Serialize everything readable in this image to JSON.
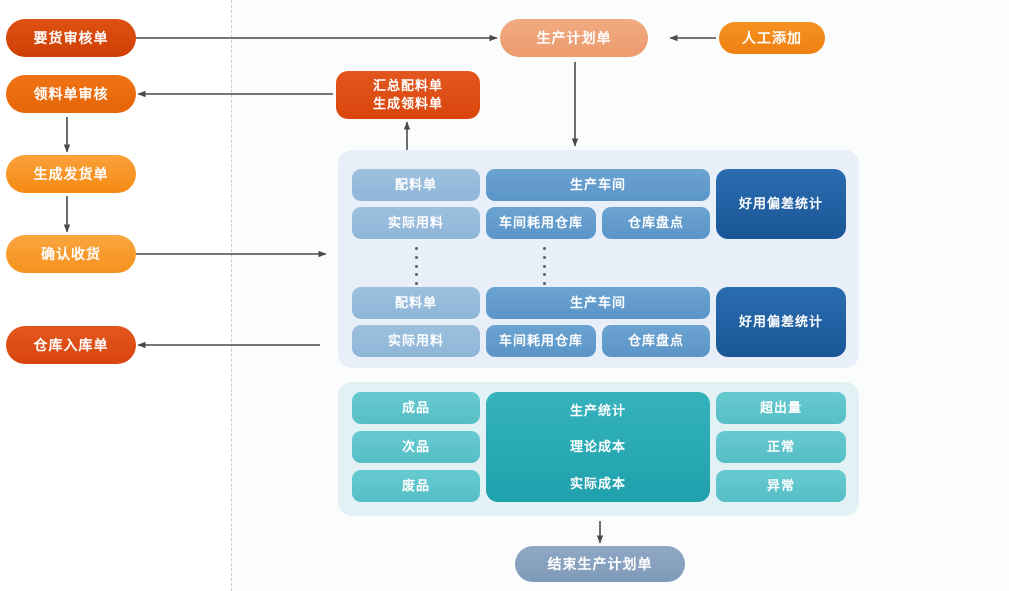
{
  "theme": {
    "deep_orange": "#d9450c",
    "orange": "#e56508",
    "amber": "#f58a14",
    "salmon": "#eb9a6d",
    "tomato": "#d9450c",
    "blue_light": "#8fb6d8",
    "blue_mid": "#5b95c8",
    "blue_dark": "#1a5696",
    "teal_light": "#56bec6",
    "teal_dark": "#1fa1ad",
    "slate": "#7f9ab9",
    "panel_blue_bg": "#e8eff8",
    "panel_teal_bg": "#e2f2f4",
    "arrow": "#4a4a4a",
    "divider": "#cfcfcf"
  },
  "left_column": {
    "nodes": [
      {
        "id": "demand-review-order",
        "label": "要货审核单"
      },
      {
        "id": "picking-list-review",
        "label": "领料单审核"
      },
      {
        "id": "generate-shipping-order",
        "label": "生成发货单"
      },
      {
        "id": "confirm-receipt",
        "label": "确认收货"
      },
      {
        "id": "warehouse-inbound-order",
        "label": "仓库入库单"
      }
    ]
  },
  "top_row": {
    "production_plan": {
      "id": "production-plan-order",
      "label": "生产计划单"
    },
    "manual_add": {
      "id": "manual-add",
      "label": "人工添加"
    },
    "summary_node": {
      "id": "summary-picking",
      "line1": "汇总配料单",
      "line2": "生成领料单"
    }
  },
  "blue_panel": {
    "rows": [
      {
        "ingredient_list": "配料单",
        "actual_material": "实际用料",
        "workshop": "生产车间",
        "workshop_warehouse": "车间耗用仓库",
        "warehouse_count": "仓库盘点",
        "deviation_stats": "好用偏差统计"
      },
      {
        "ingredient_list": "配料单",
        "actual_material": "实际用料",
        "workshop": "生产车间",
        "workshop_warehouse": "车间耗用仓库",
        "warehouse_count": "仓库盘点",
        "deviation_stats": "好用偏差统计"
      }
    ],
    "ellipsis_dot_count": 5
  },
  "teal_panel": {
    "left_items": [
      "成品",
      "次品",
      "废品"
    ],
    "center_items": [
      "生产统计",
      "理论成本",
      "实际成本"
    ],
    "right_items": [
      "超出量",
      "正常",
      "异常"
    ]
  },
  "bottom": {
    "end_node": {
      "id": "end-production-plan",
      "label": "结束生产计划单"
    }
  },
  "connectors": [
    {
      "id": "demand-to-plan",
      "from": "要货审核单",
      "to": "生产计划单",
      "direction": "right"
    },
    {
      "id": "manual-to-plan",
      "from": "人工添加",
      "to": "生产计划单",
      "direction": "left"
    },
    {
      "id": "summary-to-picking-review",
      "from": "汇总配料单生成领料单",
      "to": "领料单审核",
      "direction": "left"
    },
    {
      "id": "picking-to-shipping",
      "from": "领料单审核",
      "to": "生成发货单",
      "direction": "down"
    },
    {
      "id": "shipping-to-receipt",
      "from": "生成发货单",
      "to": "确认收货",
      "direction": "down"
    },
    {
      "id": "receipt-to-panel",
      "from": "确认收货",
      "to": "生产执行区",
      "direction": "right"
    },
    {
      "id": "plan-to-panel",
      "from": "生产计划单",
      "to": "生产执行区",
      "direction": "down"
    },
    {
      "id": "panel-to-summary",
      "from": "生产执行区",
      "to": "汇总配料单生成领料单",
      "direction": "up"
    },
    {
      "id": "panel-to-inbound",
      "from": "生产执行区",
      "to": "仓库入库单",
      "direction": "left"
    },
    {
      "id": "teal-to-end",
      "from": "生产统计区",
      "to": "结束生产计划单",
      "direction": "down"
    }
  ]
}
